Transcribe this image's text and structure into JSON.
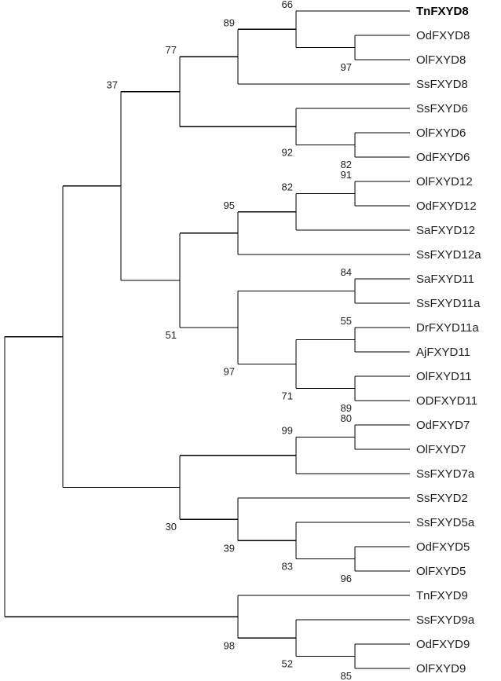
{
  "tree": {
    "leaves": [
      {
        "id": "l1",
        "label": "TnFXYD8",
        "bold": true
      },
      {
        "id": "l2",
        "label": "OdFXYD8"
      },
      {
        "id": "l3",
        "label": "OlFXYD8"
      },
      {
        "id": "l4",
        "label": "SsFXYD8"
      },
      {
        "id": "l5",
        "label": "SsFXYD6"
      },
      {
        "id": "l6",
        "label": "OlFXYD6"
      },
      {
        "id": "l7",
        "label": "OdFXYD6"
      },
      {
        "id": "l8",
        "label": "OlFXYD12"
      },
      {
        "id": "l9",
        "label": "OdFXYD12"
      },
      {
        "id": "l10",
        "label": "SaFXYD12"
      },
      {
        "id": "l11",
        "label": "SsFXYD12a"
      },
      {
        "id": "l12",
        "label": "SaFXYD11"
      },
      {
        "id": "l13",
        "label": "SsFXYD11a"
      },
      {
        "id": "l14",
        "label": "DrFXYD11a"
      },
      {
        "id": "l15",
        "label": "AjFXYD11"
      },
      {
        "id": "l16",
        "label": "OlFXYD11"
      },
      {
        "id": "l17",
        "label": "ODFXYD11"
      },
      {
        "id": "l18",
        "label": "OdFXYD7"
      },
      {
        "id": "l19",
        "label": "OlFXYD7"
      },
      {
        "id": "l20",
        "label": "SsFXYD7a"
      },
      {
        "id": "l21",
        "label": "SsFXYD2"
      },
      {
        "id": "l22",
        "label": "SsFXYD5a"
      },
      {
        "id": "l23",
        "label": "OdFXYD5"
      },
      {
        "id": "l24",
        "label": "OlFXYD5"
      },
      {
        "id": "l25",
        "label": "TnFXYD9"
      },
      {
        "id": "l26",
        "label": "SsFXYD9a"
      },
      {
        "id": "l27",
        "label": "OdFXYD9"
      },
      {
        "id": "l28",
        "label": "OlFXYD9"
      }
    ],
    "nodes": [
      {
        "id": "n1",
        "support": "97",
        "children": [
          "l2",
          "l3"
        ]
      },
      {
        "id": "n2",
        "support": "66",
        "children": [
          "l1",
          "n1"
        ]
      },
      {
        "id": "n3",
        "support": "89",
        "children": [
          "n2",
          "l4"
        ]
      },
      {
        "id": "n4",
        "support": "82",
        "children": [
          "l6",
          "l7"
        ]
      },
      {
        "id": "n5",
        "support": "92",
        "children": [
          "l5",
          "n4"
        ]
      },
      {
        "id": "n6",
        "support": "77",
        "children": [
          "n3",
          "n5"
        ]
      },
      {
        "id": "n7",
        "support": "91",
        "children": [
          "l8",
          "l9"
        ]
      },
      {
        "id": "n8",
        "support": "82",
        "children": [
          "n7",
          "l10"
        ]
      },
      {
        "id": "n9",
        "support": "95",
        "children": [
          "n8",
          "l11"
        ]
      },
      {
        "id": "n10",
        "support": "84",
        "children": [
          "l12",
          "l13"
        ]
      },
      {
        "id": "n11",
        "support": "55",
        "children": [
          "l14",
          "l15"
        ]
      },
      {
        "id": "n12",
        "support": "89",
        "children": [
          "l16",
          "l17"
        ]
      },
      {
        "id": "n13",
        "support": "71",
        "children": [
          "n11",
          "n12"
        ]
      },
      {
        "id": "n14",
        "support": "97",
        "children": [
          "n10",
          "n13"
        ]
      },
      {
        "id": "n15",
        "support": "51",
        "children": [
          "n9",
          "n14"
        ]
      },
      {
        "id": "n16",
        "support": "37",
        "children": [
          "n6",
          "n15"
        ]
      },
      {
        "id": "n17",
        "support": "80",
        "children": [
          "l18",
          "l19"
        ]
      },
      {
        "id": "n18",
        "support": "99",
        "children": [
          "n17",
          "l20"
        ]
      },
      {
        "id": "n19",
        "support": "96",
        "children": [
          "l23",
          "l24"
        ]
      },
      {
        "id": "n20",
        "support": "83",
        "children": [
          "l22",
          "n19"
        ]
      },
      {
        "id": "n21",
        "support": "39",
        "children": [
          "l21",
          "n20"
        ]
      },
      {
        "id": "n22",
        "support": "30",
        "children": [
          "n18",
          "n21"
        ]
      },
      {
        "id": "n23",
        "support": "",
        "children": [
          "n16",
          "n22"
        ]
      },
      {
        "id": "n24",
        "support": "85",
        "children": [
          "l27",
          "l28"
        ]
      },
      {
        "id": "n25",
        "support": "52",
        "children": [
          "l26",
          "n24"
        ]
      },
      {
        "id": "n26",
        "support": "98",
        "children": [
          "l25",
          "n25"
        ]
      },
      {
        "id": "root",
        "support": "",
        "children": [
          "n23",
          "n26"
        ]
      }
    ]
  }
}
